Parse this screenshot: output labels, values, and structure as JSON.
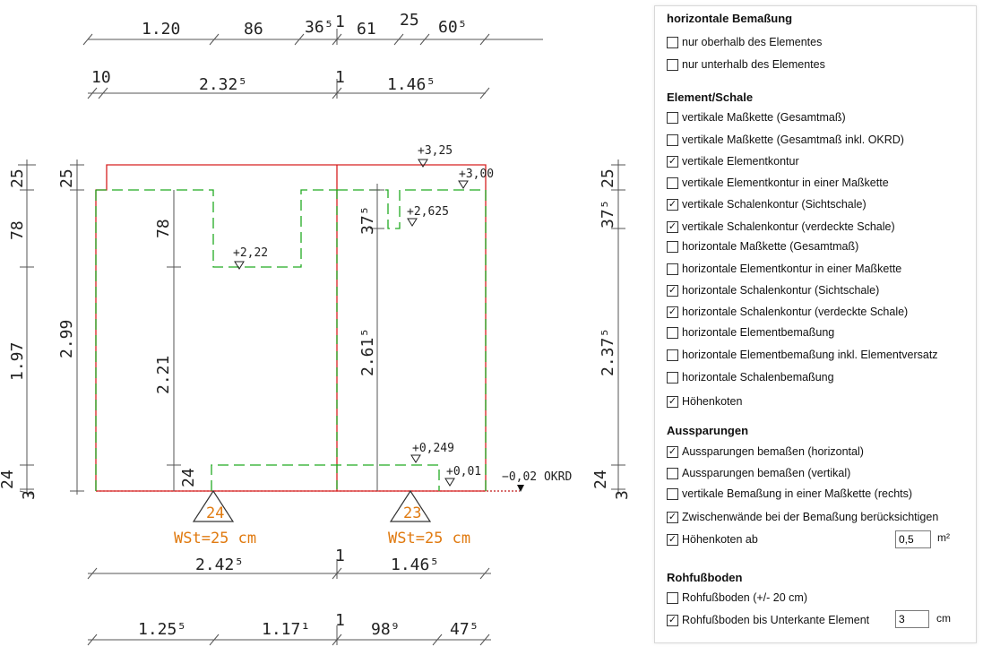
{
  "drawing": {
    "top_dims_row1": [
      "1.20",
      "86",
      "36⁵",
      "1",
      "61",
      "25",
      "60⁵"
    ],
    "top_dims_row2": [
      "10",
      "2.32⁵",
      "1",
      "1.46⁵"
    ],
    "left_dims_outer": [
      "25",
      "78",
      "1.97",
      "24",
      "3"
    ],
    "left_dims_inner": [
      "25",
      "2.99"
    ],
    "inner_dims_left": [
      "78",
      "2.21",
      "24"
    ],
    "inner_dims_mid": [
      "37⁵",
      "2.61⁵"
    ],
    "right_dims": [
      "37⁵",
      "25",
      "2.37⁵",
      "24",
      "3"
    ],
    "elevations": [
      "+3,25",
      "+3,00",
      "+2,625",
      "+2,22",
      "+0,249",
      "+0,01"
    ],
    "okrd_label": "−0,02  OKRD",
    "support_left": {
      "number": "24",
      "label": "WSt=25 cm"
    },
    "support_right": {
      "number": "23",
      "label": "WSt=25 cm"
    },
    "bottom_dims_row1": [
      "2.42⁵",
      "1",
      "1.46⁵"
    ],
    "bottom_dims_row2": [
      "1.25⁵",
      "1.17¹",
      "1",
      "98⁹",
      "47⁵"
    ]
  },
  "panel": {
    "sections": [
      {
        "title": "horizontale Bemaßung",
        "items": [
          {
            "label": "nur oberhalb des Elementes",
            "checked": false
          },
          {
            "label": "nur unterhalb des Elementes",
            "checked": false
          }
        ]
      },
      {
        "title": "Element/Schale",
        "items": [
          {
            "label": "vertikale Maßkette (Gesamtmaß)",
            "checked": false
          },
          {
            "label": "vertikale Maßkette (Gesamtmaß inkl. OKRD)",
            "checked": false
          },
          {
            "label": "vertikale Elementkontur",
            "checked": true
          },
          {
            "label": "vertikale Elementkontur in einer Maßkette",
            "checked": false
          },
          {
            "label": "vertikale Schalenkontur (Sichtschale)",
            "checked": true
          },
          {
            "label": "vertikale Schalenkontur (verdeckte Schale)",
            "checked": true
          },
          {
            "label": "horizontale Maßkette (Gesamtmaß)",
            "checked": false
          },
          {
            "label": "horizontale Elementkontur in einer Maßkette",
            "checked": false
          },
          {
            "label": "horizontale Schalenkontur (Sichtschale)",
            "checked": true
          },
          {
            "label": "horizontale Schalenkontur (verdeckte Schale)",
            "checked": true
          },
          {
            "label": "horizontale Elementbemaßung",
            "checked": false
          },
          {
            "label": "horizontale Elementbemaßung inkl. Elementversatz",
            "checked": false
          },
          {
            "label": "horizontale Schalenbemaßung",
            "checked": false
          },
          {
            "label": "Höhenkoten",
            "checked": true
          }
        ]
      },
      {
        "title": "Aussparungen",
        "items": [
          {
            "label": "Aussparungen bemaßen (horizontal)",
            "checked": true
          },
          {
            "label": "Aussparungen bemaßen (vertikal)",
            "checked": false
          },
          {
            "label": "vertikale Bemaßung in einer Maßkette (rechts)",
            "checked": false
          },
          {
            "label": "Zwischenwände bei der Bemaßung berücksichtigen",
            "checked": true
          },
          {
            "label": "Höhenkoten ab",
            "checked": true
          }
        ]
      },
      {
        "title": "Rohfußboden",
        "items": [
          {
            "label": "Rohfußboden (+/- 20 cm)",
            "checked": false
          },
          {
            "label": "Rohfußboden bis Unterkante Element",
            "checked": true
          }
        ]
      }
    ],
    "hoehenkoten_value": "0,5",
    "hoehenkoten_unit": "m²",
    "rohfuss_value": "3",
    "rohfuss_unit": "cm",
    "check_glyph": "✓",
    "colors": {
      "element": "#d62020",
      "shell": "#22aa22",
      "okrd": "#c01818",
      "support": "#e07a10"
    }
  }
}
